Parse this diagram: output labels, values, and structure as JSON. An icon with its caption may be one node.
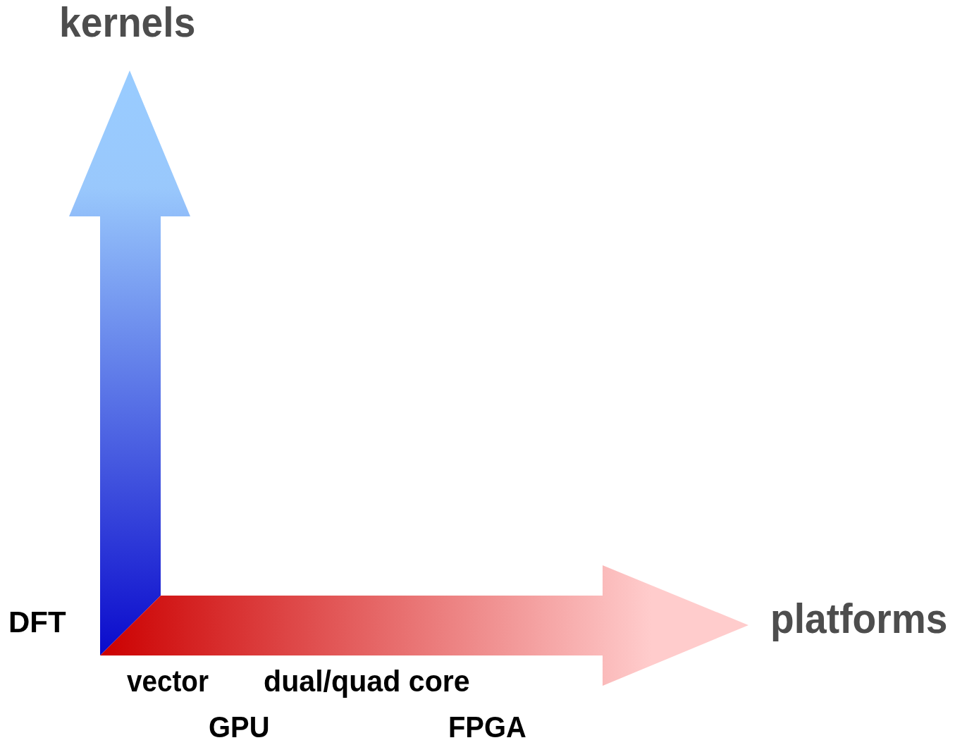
{
  "diagram": {
    "labels": [
      "kernels",
      "DFT",
      "platforms",
      "vector",
      "dual/quad core",
      "GPU",
      "FPGA"
    ]
  }
}
